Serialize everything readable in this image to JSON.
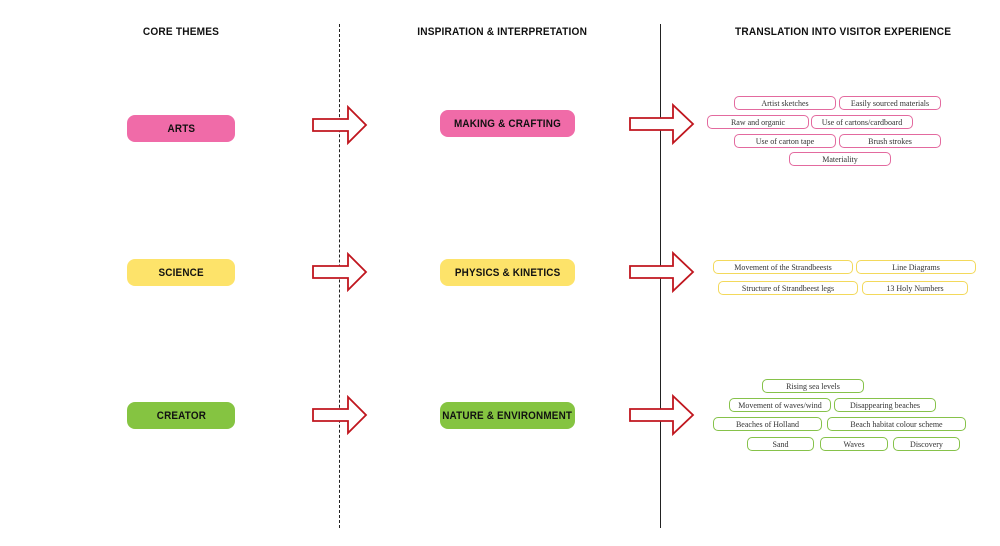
{
  "headings": {
    "core_themes": "CORE THEMES",
    "inspiration": "INSPIRATION & INTERPRETATION",
    "translation": "TRANSLATION INTO VISITOR EXPERIENCE"
  },
  "colors": {
    "arts": "#f06ba8",
    "science": "#fde36a",
    "creator": "#85c441",
    "arrow_stroke": "#c0161e"
  },
  "rows": [
    {
      "theme": "ARTS",
      "interpretation": "MAKING & CRAFTING",
      "tags": [
        "Artist  sketches",
        "Easily sourced materials",
        "Raw and organic",
        "Use of cartons/cardboard",
        "Use of carton tape",
        "Brush strokes",
        "Materiality"
      ]
    },
    {
      "theme": "SCIENCE",
      "interpretation": "PHYSICS & KINETICS",
      "tags": [
        "Movement of the Strandbeests",
        "Line Diagrams",
        "Structure of Strandbeest legs",
        "13 Holy Numbers"
      ]
    },
    {
      "theme": "CREATOR",
      "interpretation": "NATURE & ENVIRONMENT",
      "tags": [
        "Rising sea levels",
        "Movement of waves/wind",
        "Disappearing beaches",
        "Beaches of Holland",
        "Beach habitat colour scheme",
        "Sand",
        "Waves",
        "Discovery"
      ]
    }
  ]
}
